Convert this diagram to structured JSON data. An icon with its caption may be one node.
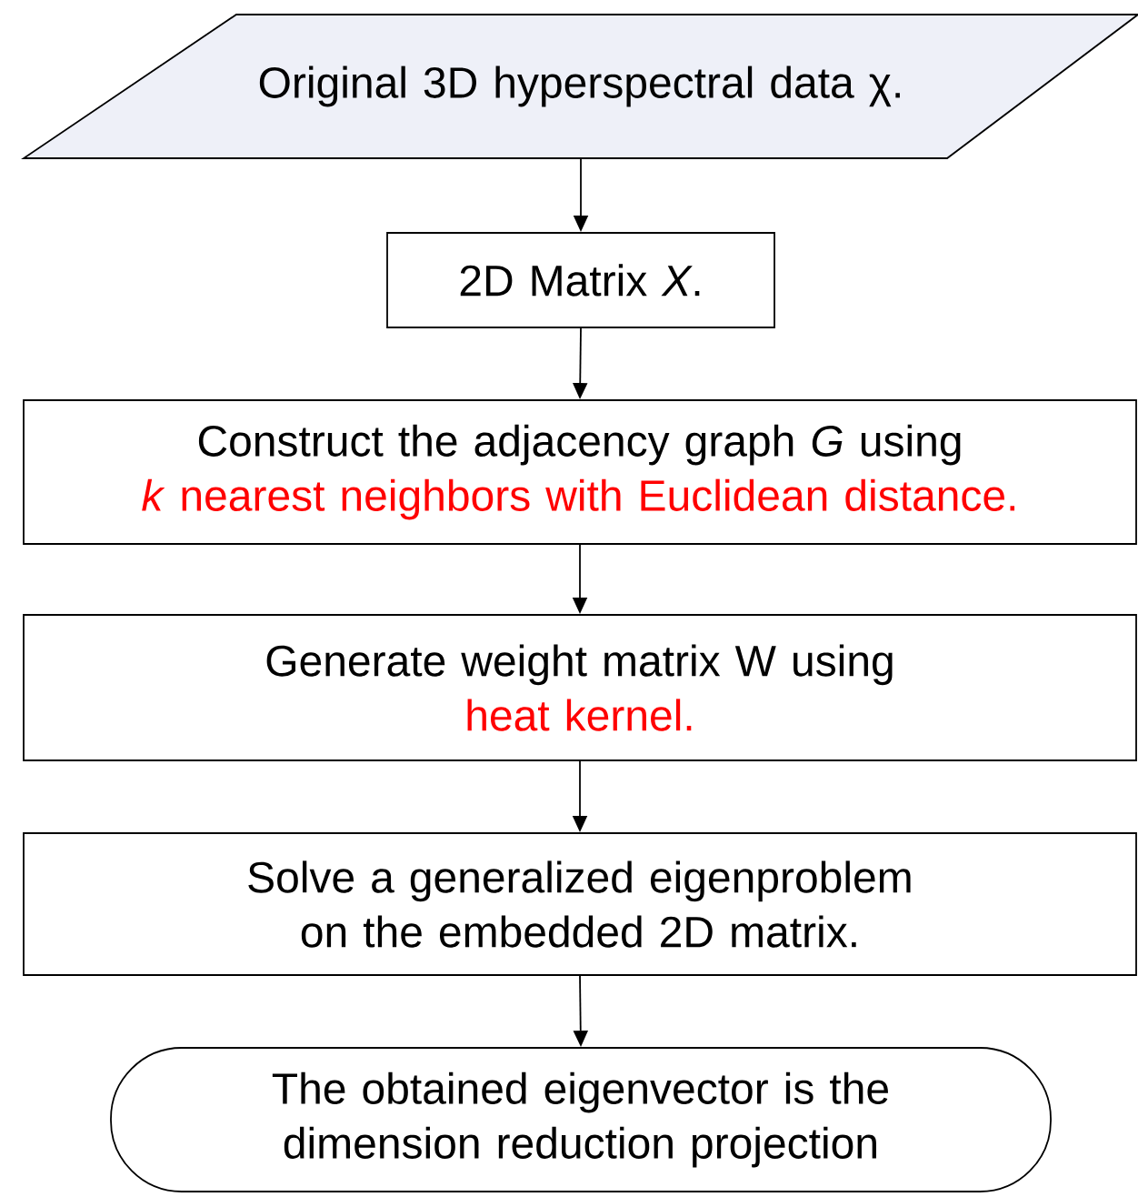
{
  "diagram": {
    "nodes": [
      {
        "text": [
          "Original 3D hyperspectral data χ."
        ]
      },
      {
        "text": [
          "2D Matrix *X*."
        ]
      },
      {
        "text": [
          "Construct the adjacency graph *G* using",
          "*k* nearest neighbors with Euclidean distance."
        ]
      },
      {
        "text": [
          "Generate weight matrix W using",
          "heat kernel."
        ]
      },
      {
        "text": [
          "Solve a generalized eigenproblem on the embedded 2D matrix."
        ]
      },
      {
        "text": [
          "The obtained eigenvector is the dimension reduction projection"
        ]
      }
    ],
    "edges": [
      {
        "from": 0,
        "to": 1,
        "arrow": "to"
      },
      {
        "from": 1,
        "to": 2,
        "arrow": "to"
      },
      {
        "from": 2,
        "to": 3,
        "arrow": "to"
      },
      {
        "from": 3,
        "to": 4,
        "arrow": "to"
      },
      {
        "from": 4,
        "to": 5,
        "arrow": "to"
      }
    ]
  }
}
